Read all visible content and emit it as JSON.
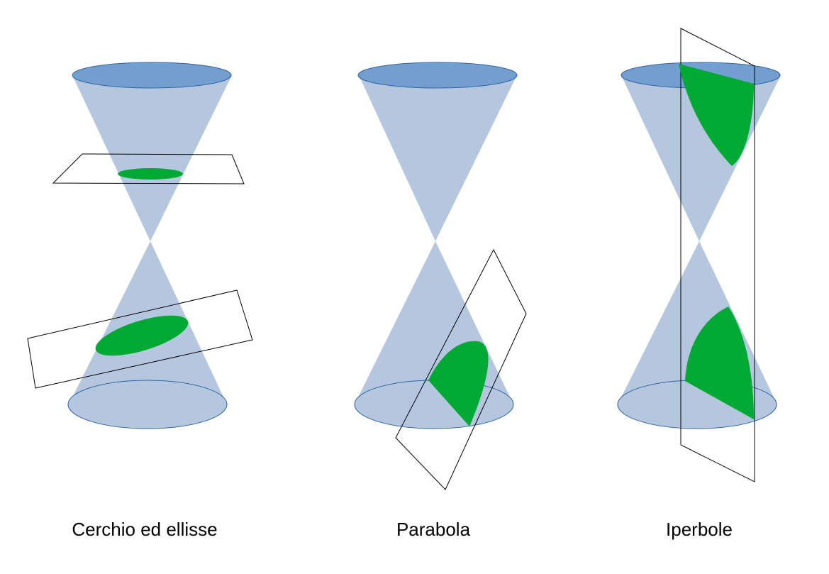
{
  "colors": {
    "cone_fill": "#b4c7de",
    "cap_top_fill": "#729fcf",
    "cap_outline": "#3465a4",
    "section_fill": "#00a933",
    "plane_stroke": "#000000"
  },
  "panels": [
    {
      "id": "circle-ellipse",
      "caption": "Cerchio ed ellisse"
    },
    {
      "id": "parabola",
      "caption": "Parabola"
    },
    {
      "id": "hyperbola",
      "caption": "Iperbole"
    }
  ]
}
